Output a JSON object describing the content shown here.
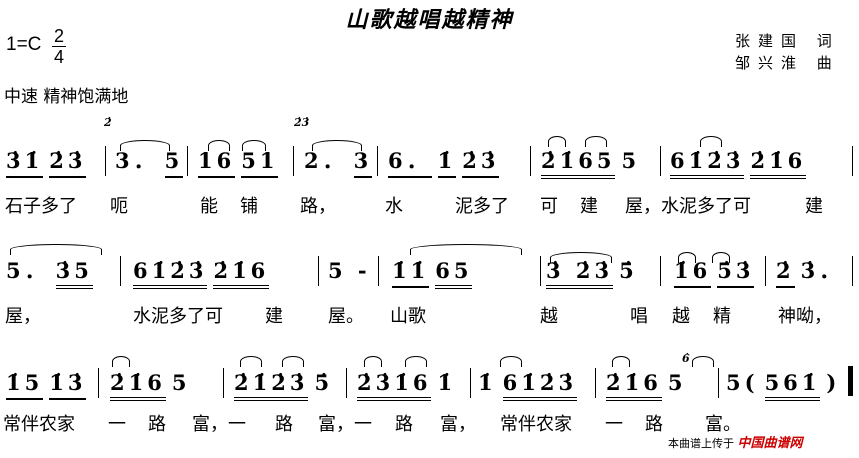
{
  "title": "山歌越唱越精神",
  "key": "1=C",
  "time_signature": {
    "top": "2",
    "bottom": "4"
  },
  "tempo": "中速 精神饱满地",
  "lyricist": "张建国 词",
  "composer": "邹兴淮 曲",
  "lines": [
    {
      "measures": [
        [
          {
            "t": "3̇1̇",
            "u": 1
          },
          {
            "t": "2̇3̇",
            "u": 1
          }
        ],
        [
          {
            "t": "3．",
            "u": 0
          },
          {
            "t": "5",
            "u": 1
          }
        ],
        [
          {
            "t": "16",
            "u": 1
          },
          {
            "t": "51",
            "u": 1
          }
        ],
        [
          {
            "t": "2．",
            "u": 0
          },
          {
            "t": "3",
            "u": 1
          }
        ],
        [
          {
            "t": "6．",
            "u": 1
          },
          {
            "t": "1̇",
            "u": 1
          },
          {
            "t": "2̇3̇",
            "u": 1
          }
        ],
        [
          {
            "t": "2̇1̇65",
            "u": 2
          },
          {
            "t": "5",
            "u": 0
          }
        ],
        [
          {
            "t": "61̇2̇3̇",
            "u": 2
          },
          {
            "t": "2̇1̇6",
            "u": 2
          }
        ]
      ],
      "lyrics": [
        "石子多了",
        "呃",
        "能",
        "铺",
        "路，",
        "水",
        "泥多了",
        "可",
        "建",
        "屋，水泥多了可",
        "建"
      ]
    },
    {
      "measures": [
        [
          {
            "t": "5．",
            "u": 0
          },
          {
            "t": "3̇5",
            "u": 2
          }
        ],
        [
          {
            "t": "61̇2̇3̇",
            "u": 2
          },
          {
            "t": "2̇1̇6",
            "u": 2
          }
        ],
        [
          {
            "t": "5 -",
            "u": 0
          }
        ],
        [
          {
            "t": "1̇1̇",
            "u": 1
          },
          {
            "t": "65",
            "u": 2
          }
        ],
        [
          {
            "t": "3̇ 2̇3̇",
            "u": 2
          },
          {
            "t": "5̇",
            "u": 0
          }
        ],
        [
          {
            "t": "1̇6",
            "u": 1
          },
          {
            "t": "5̇3̇",
            "u": 1
          }
        ],
        [
          {
            "t": "2̇",
            "u": 1
          },
          {
            "t": "3̇．",
            "u": 0
          }
        ]
      ],
      "lyrics": [
        "屋，",
        "水泥多了可",
        "建",
        "屋。",
        "山歌",
        "越",
        "唱",
        "越",
        "精",
        "神呦，"
      ]
    },
    {
      "measures": [
        [
          {
            "t": "1̇5",
            "u": 1
          },
          {
            "t": "1̇3̇",
            "u": 1
          }
        ],
        [
          {
            "t": "2̇1̇6",
            "u": 2
          },
          {
            "t": "5",
            "u": 0
          }
        ],
        [
          {
            "t": "2̇1̇2̇3̇",
            "u": 2
          },
          {
            "t": "5̇",
            "u": 0
          }
        ],
        [
          {
            "t": "2̇3̇1̇6",
            "u": 2
          },
          {
            "t": "1̇",
            "u": 0
          }
        ],
        [
          {
            "t": "1̇",
            "u": 0
          },
          {
            "t": "61̇2̇3̇",
            "u": 2
          }
        ],
        [
          {
            "t": "2̇1̇6",
            "u": 2
          },
          {
            "t": "5",
            "u": 0
          }
        ],
        [
          {
            "t": "5(",
            "u": 0
          },
          {
            "t": "561̇",
            "u": 2
          },
          {
            "t": ")",
            "u": 0
          }
        ]
      ],
      "lyrics": [
        "常伴农家",
        "一",
        "路",
        "富，一",
        "路",
        "富，一",
        "路",
        "富，",
        "常伴农家",
        "一",
        "路",
        "富。"
      ]
    }
  ],
  "grace_notes": [
    "2̇",
    "2̇3̇",
    "6̇"
  ],
  "footer": {
    "text": "本曲谱上传于",
    "brand": "中国曲谱网"
  }
}
